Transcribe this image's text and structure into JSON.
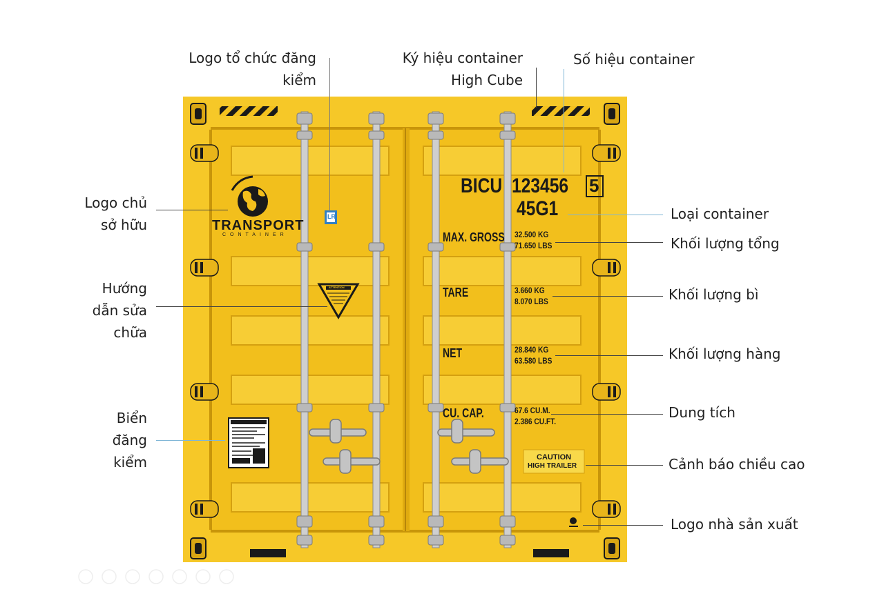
{
  "labels": {
    "inspection_logo": [
      "Logo tổ chức đăng",
      "kiểm"
    ],
    "high_cube_symbol": [
      "Ký hiệu container",
      "High Cube"
    ],
    "container_number": "Số hiệu container",
    "owner_logo": [
      "Logo chủ",
      "sở hữu"
    ],
    "repair_guide": [
      "Hướng",
      "dẫn sửa",
      "chữa"
    ],
    "inspection_plate": [
      "Biển",
      "đăng",
      "kiểm"
    ],
    "container_type": "Loại container",
    "gross_weight": "Khối lượng tổng",
    "tare_weight": "Khối lượng bì",
    "net_weight": "Khối lượng hàng",
    "capacity": "Dung tích",
    "height_warning": "Cảnh báo chiều cao",
    "manufacturer_logo": "Logo nhà sản xuất"
  },
  "door": {
    "owner_code": "BICU",
    "serial": "123456",
    "check_digit": "5",
    "type_code": "45G1",
    "brand_top": "TRANSPORT",
    "brand_bottom": "CONTAINER",
    "registry_mark": "LR",
    "max_gross_label": "MAX. GROSS",
    "max_gross_kg": "32.500 KG",
    "max_gross_lbs": "71.650 LBS",
    "tare_label": "TARE",
    "tare_kg": "3.660 KG",
    "tare_lbs": "8.070 LBS",
    "net_label": "NET",
    "net_kg": "28.840 KG",
    "net_lbs": "63.580 LBS",
    "cucap_label": "CU. CAP.",
    "cucap_m": "67.6 CU.M.",
    "cucap_ft": "2.386 CU.FT.",
    "caution_top": "CAUTION",
    "caution_bottom": "HIGH TRAILER",
    "attention": "ATTENTION"
  },
  "colors": {
    "container": "#f4c21e",
    "container_dark": "#e0ab10",
    "container_shadow": "#c8950a",
    "rod": "#c9c9c9",
    "text_dark": "#1a1a1a",
    "leader_dark": "#444444",
    "leader_blue": "#7fb6d6"
  }
}
